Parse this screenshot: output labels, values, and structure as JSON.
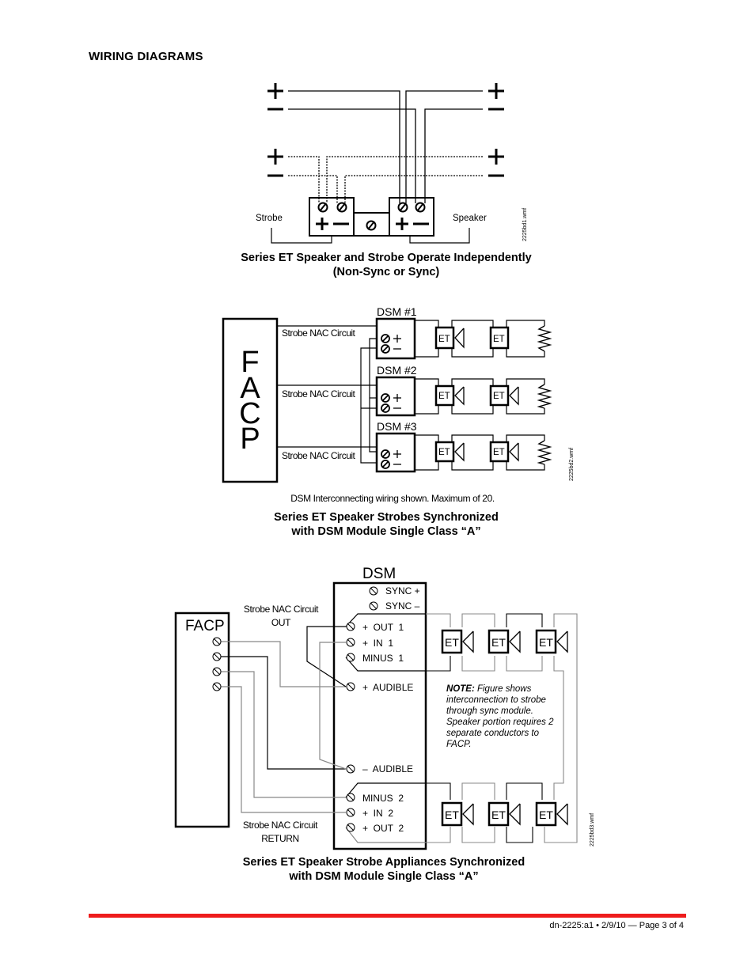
{
  "section_title": "WIRING DIAGRAMS",
  "diagram1": {
    "labels": {
      "strobe": "Strobe",
      "speaker": "Speaker",
      "plus": "+",
      "minus": "–"
    },
    "file_id": "2225bd1.wmf",
    "caption_line1": "Series ET Speaker and Strobe Operate Independently",
    "caption_line2": "(Non-Sync or Sync)"
  },
  "diagram2": {
    "facp_letters": [
      "F",
      "A",
      "C",
      "P"
    ],
    "circuit_label": "Strobe NAC Circuit",
    "dsm_labels": [
      "DSM #1",
      "DSM #2",
      "DSM #3"
    ],
    "device_label": "ET",
    "plus": "+",
    "minus": "–",
    "file_id": "2225bd2.wmf",
    "note": "DSM Interconnecting wiring shown. Maximum of 20.",
    "caption_line1": "Series ET Speaker Strobes Synchronized",
    "caption_line2": "with DSM Module Single Class “A”"
  },
  "diagram3": {
    "facp_label": "FACP",
    "dsm_label": "DSM",
    "terminals": [
      "SYNC +",
      "SYNC –",
      "+  OUT  1",
      "+  IN  1",
      "MINUS  1",
      "+  AUDIBLE",
      "–  AUDIBLE",
      "MINUS  2",
      "+  IN  2",
      "+  OUT  2"
    ],
    "out_label_line1": "Strobe NAC Circuit",
    "out_label_line2": "OUT",
    "return_label_line1": "Strobe NAC Circuit",
    "return_label_line2": "RETURN",
    "device_label": "ET",
    "note_bold": "NOTE:",
    "note_text": " Figure shows interconnection to strobe through sync module. Speaker portion requires 2 separate conductors to FACP.",
    "file_id": "2225bd3.wmf",
    "caption_line1": "Series ET Speaker Strobe Appliances Synchronized",
    "caption_line2": "with DSM Module Single Class “A”"
  },
  "footer": {
    "text": "dn-2225:a1 • 2/9/10 — Page 3 of 4",
    "rule_color": "#ee1c1c"
  }
}
